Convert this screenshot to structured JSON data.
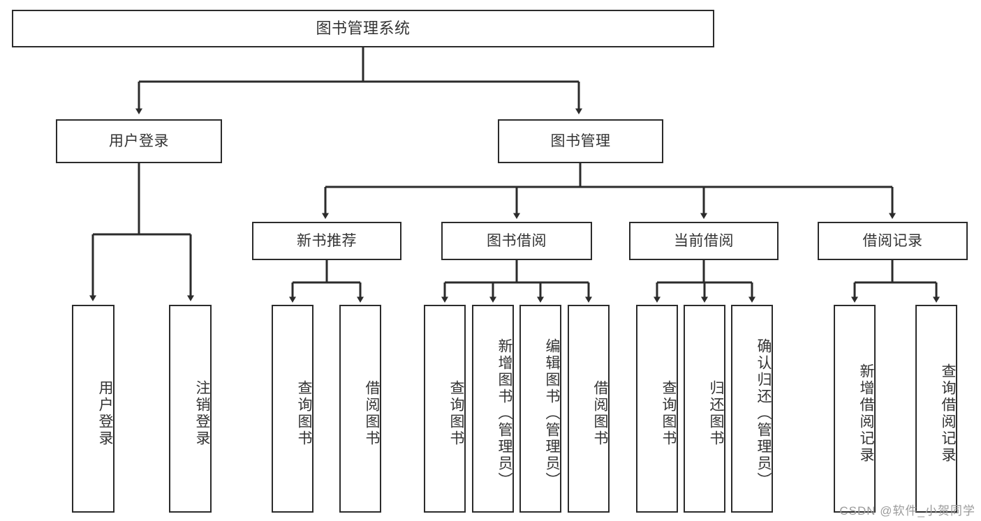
{
  "diagram": {
    "title_text": "图书管理系统",
    "type": "tree-hierarchy-chart",
    "stroke_color": "#2b2b2b",
    "text_color": "#333333",
    "background_color": "#ffffff",
    "watermark": "CSDN @软件_小贺同学",
    "levels": [
      {
        "level": 0,
        "nodes": [
          {
            "id": "root",
            "label": "图书管理系统",
            "orientation": "horizontal"
          }
        ]
      },
      {
        "level": 1,
        "nodes": [
          {
            "id": "user-login",
            "label": "用户登录",
            "orientation": "horizontal"
          },
          {
            "id": "book-manage",
            "label": "图书管理",
            "orientation": "horizontal"
          }
        ]
      },
      {
        "level": 2,
        "nodes": [
          {
            "id": "new-book-recommend",
            "label": "新书推荐",
            "orientation": "horizontal"
          },
          {
            "id": "book-borrow",
            "label": "图书借阅",
            "orientation": "horizontal"
          },
          {
            "id": "current-borrow",
            "label": "当前借阅",
            "orientation": "horizontal"
          },
          {
            "id": "borrow-record",
            "label": "借阅记录",
            "orientation": "horizontal"
          }
        ]
      },
      {
        "level": 3,
        "nodes": [
          {
            "id": "leaf-user-login",
            "label": "用户登录",
            "orientation": "vertical",
            "parent": "user-login"
          },
          {
            "id": "leaf-user-logout",
            "label": "注销登录",
            "orientation": "vertical",
            "parent": "user-login"
          },
          {
            "id": "leaf-query-book-1",
            "label": "查询图书",
            "orientation": "vertical",
            "parent": "new-book-recommend"
          },
          {
            "id": "leaf-borrow-book-1",
            "label": "借阅图书",
            "orientation": "vertical",
            "parent": "new-book-recommend"
          },
          {
            "id": "leaf-query-book-2",
            "label": "查询图书",
            "orientation": "vertical",
            "parent": "book-borrow"
          },
          {
            "id": "leaf-add-book",
            "label": "新增图书（管理员）",
            "orientation": "vertical",
            "parent": "book-borrow"
          },
          {
            "id": "leaf-edit-book",
            "label": "编辑图书（管理员）",
            "orientation": "vertical",
            "parent": "book-borrow"
          },
          {
            "id": "leaf-borrow-book-2",
            "label": "借阅图书",
            "orientation": "vertical",
            "parent": "book-borrow"
          },
          {
            "id": "leaf-query-book-3",
            "label": "查询图书",
            "orientation": "vertical",
            "parent": "current-borrow"
          },
          {
            "id": "leaf-return-book",
            "label": "归还图书",
            "orientation": "vertical",
            "parent": "current-borrow"
          },
          {
            "id": "leaf-confirm-return",
            "label": "确认归还（管理员）",
            "orientation": "vertical",
            "parent": "current-borrow"
          },
          {
            "id": "leaf-add-record",
            "label": "新增借阅记录",
            "orientation": "vertical",
            "parent": "borrow-record"
          },
          {
            "id": "leaf-query-record",
            "label": "查询借阅记录",
            "orientation": "vertical",
            "parent": "borrow-record"
          }
        ]
      }
    ]
  },
  "chart_data": {
    "type": "table",
    "title": "图书管理系统",
    "xlabel": "",
    "ylabel": "",
    "categories": [
      "图书管理系统",
      "用户登录",
      "图书管理",
      "新书推荐",
      "图书借阅",
      "当前借阅",
      "借阅记录"
    ],
    "series": [
      {
        "name": "图书管理系统",
        "values": [
          "用户登录",
          "图书管理"
        ]
      },
      {
        "name": "用户登录",
        "values": [
          "用户登录",
          "注销登录"
        ]
      },
      {
        "name": "图书管理",
        "values": [
          "新书推荐",
          "图书借阅",
          "当前借阅",
          "借阅记录"
        ]
      },
      {
        "name": "新书推荐",
        "values": [
          "查询图书",
          "借阅图书"
        ]
      },
      {
        "name": "图书借阅",
        "values": [
          "查询图书",
          "新增图书（管理员）",
          "编辑图书（管理员）",
          "借阅图书"
        ]
      },
      {
        "name": "当前借阅",
        "values": [
          "查询图书",
          "归还图书",
          "确认归还（管理员）"
        ]
      },
      {
        "name": "借阅记录",
        "values": [
          "新增借阅记录",
          "查询借阅记录"
        ]
      }
    ]
  }
}
